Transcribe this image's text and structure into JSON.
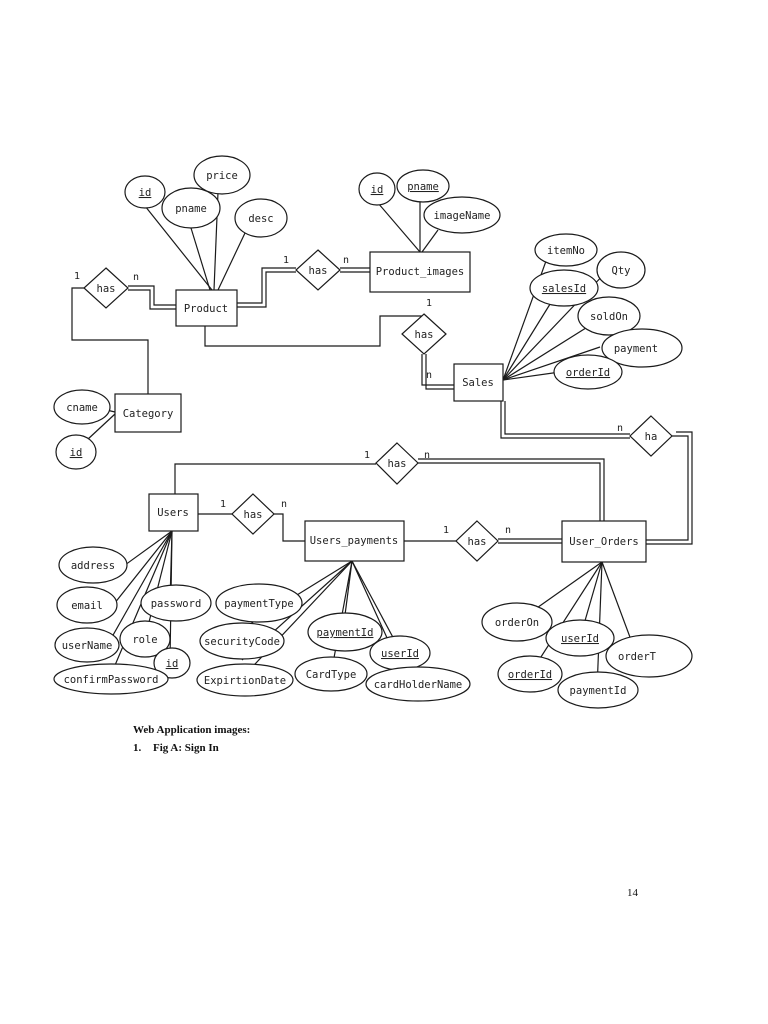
{
  "entities": {
    "product": "Product",
    "product_images": "Product_images",
    "category": "Category",
    "sales": "Sales",
    "users": "Users",
    "users_payments": "Users_payments",
    "user_orders": "User_Orders"
  },
  "relationships": {
    "category_product": "has",
    "product_images": "has",
    "product_sales": "has",
    "sales_orders": "ha",
    "users_orders": "has",
    "users_payments": "has",
    "payments_orders": "has"
  },
  "cardinalities": {
    "category_product": [
      "1",
      "n"
    ],
    "product_images": [
      "1",
      "n"
    ],
    "product_sales": [
      "1",
      "n"
    ],
    "sales_orders": [
      "n"
    ],
    "users_orders": [
      "1",
      "n"
    ],
    "users_payments": [
      "1",
      "n"
    ],
    "payments_orders": [
      "1",
      "n"
    ]
  },
  "attributes": {
    "product": [
      "id",
      "pname",
      "price",
      "desc"
    ],
    "product_images": [
      "id",
      "pname",
      "imageName"
    ],
    "category": [
      "cname",
      "id"
    ],
    "sales": [
      "itemNo",
      "salesId",
      "Qty",
      "soldOn",
      "payment",
      "orderId"
    ],
    "users": [
      "address",
      "email",
      "password",
      "userName",
      "role",
      "id",
      "confirmPassword"
    ],
    "users_payments": [
      "paymentType",
      "securityCode",
      "paymentId",
      "userId",
      "ExpirtionDate",
      "CardType",
      "cardHolderName"
    ],
    "user_orders": [
      "orderOn",
      "userId",
      "orderT",
      "orderId",
      "paymentId"
    ]
  },
  "caption": {
    "heading": "Web Application images:",
    "item_number": "1.",
    "item_text": "Fig A: Sign In"
  },
  "page_number": "14"
}
